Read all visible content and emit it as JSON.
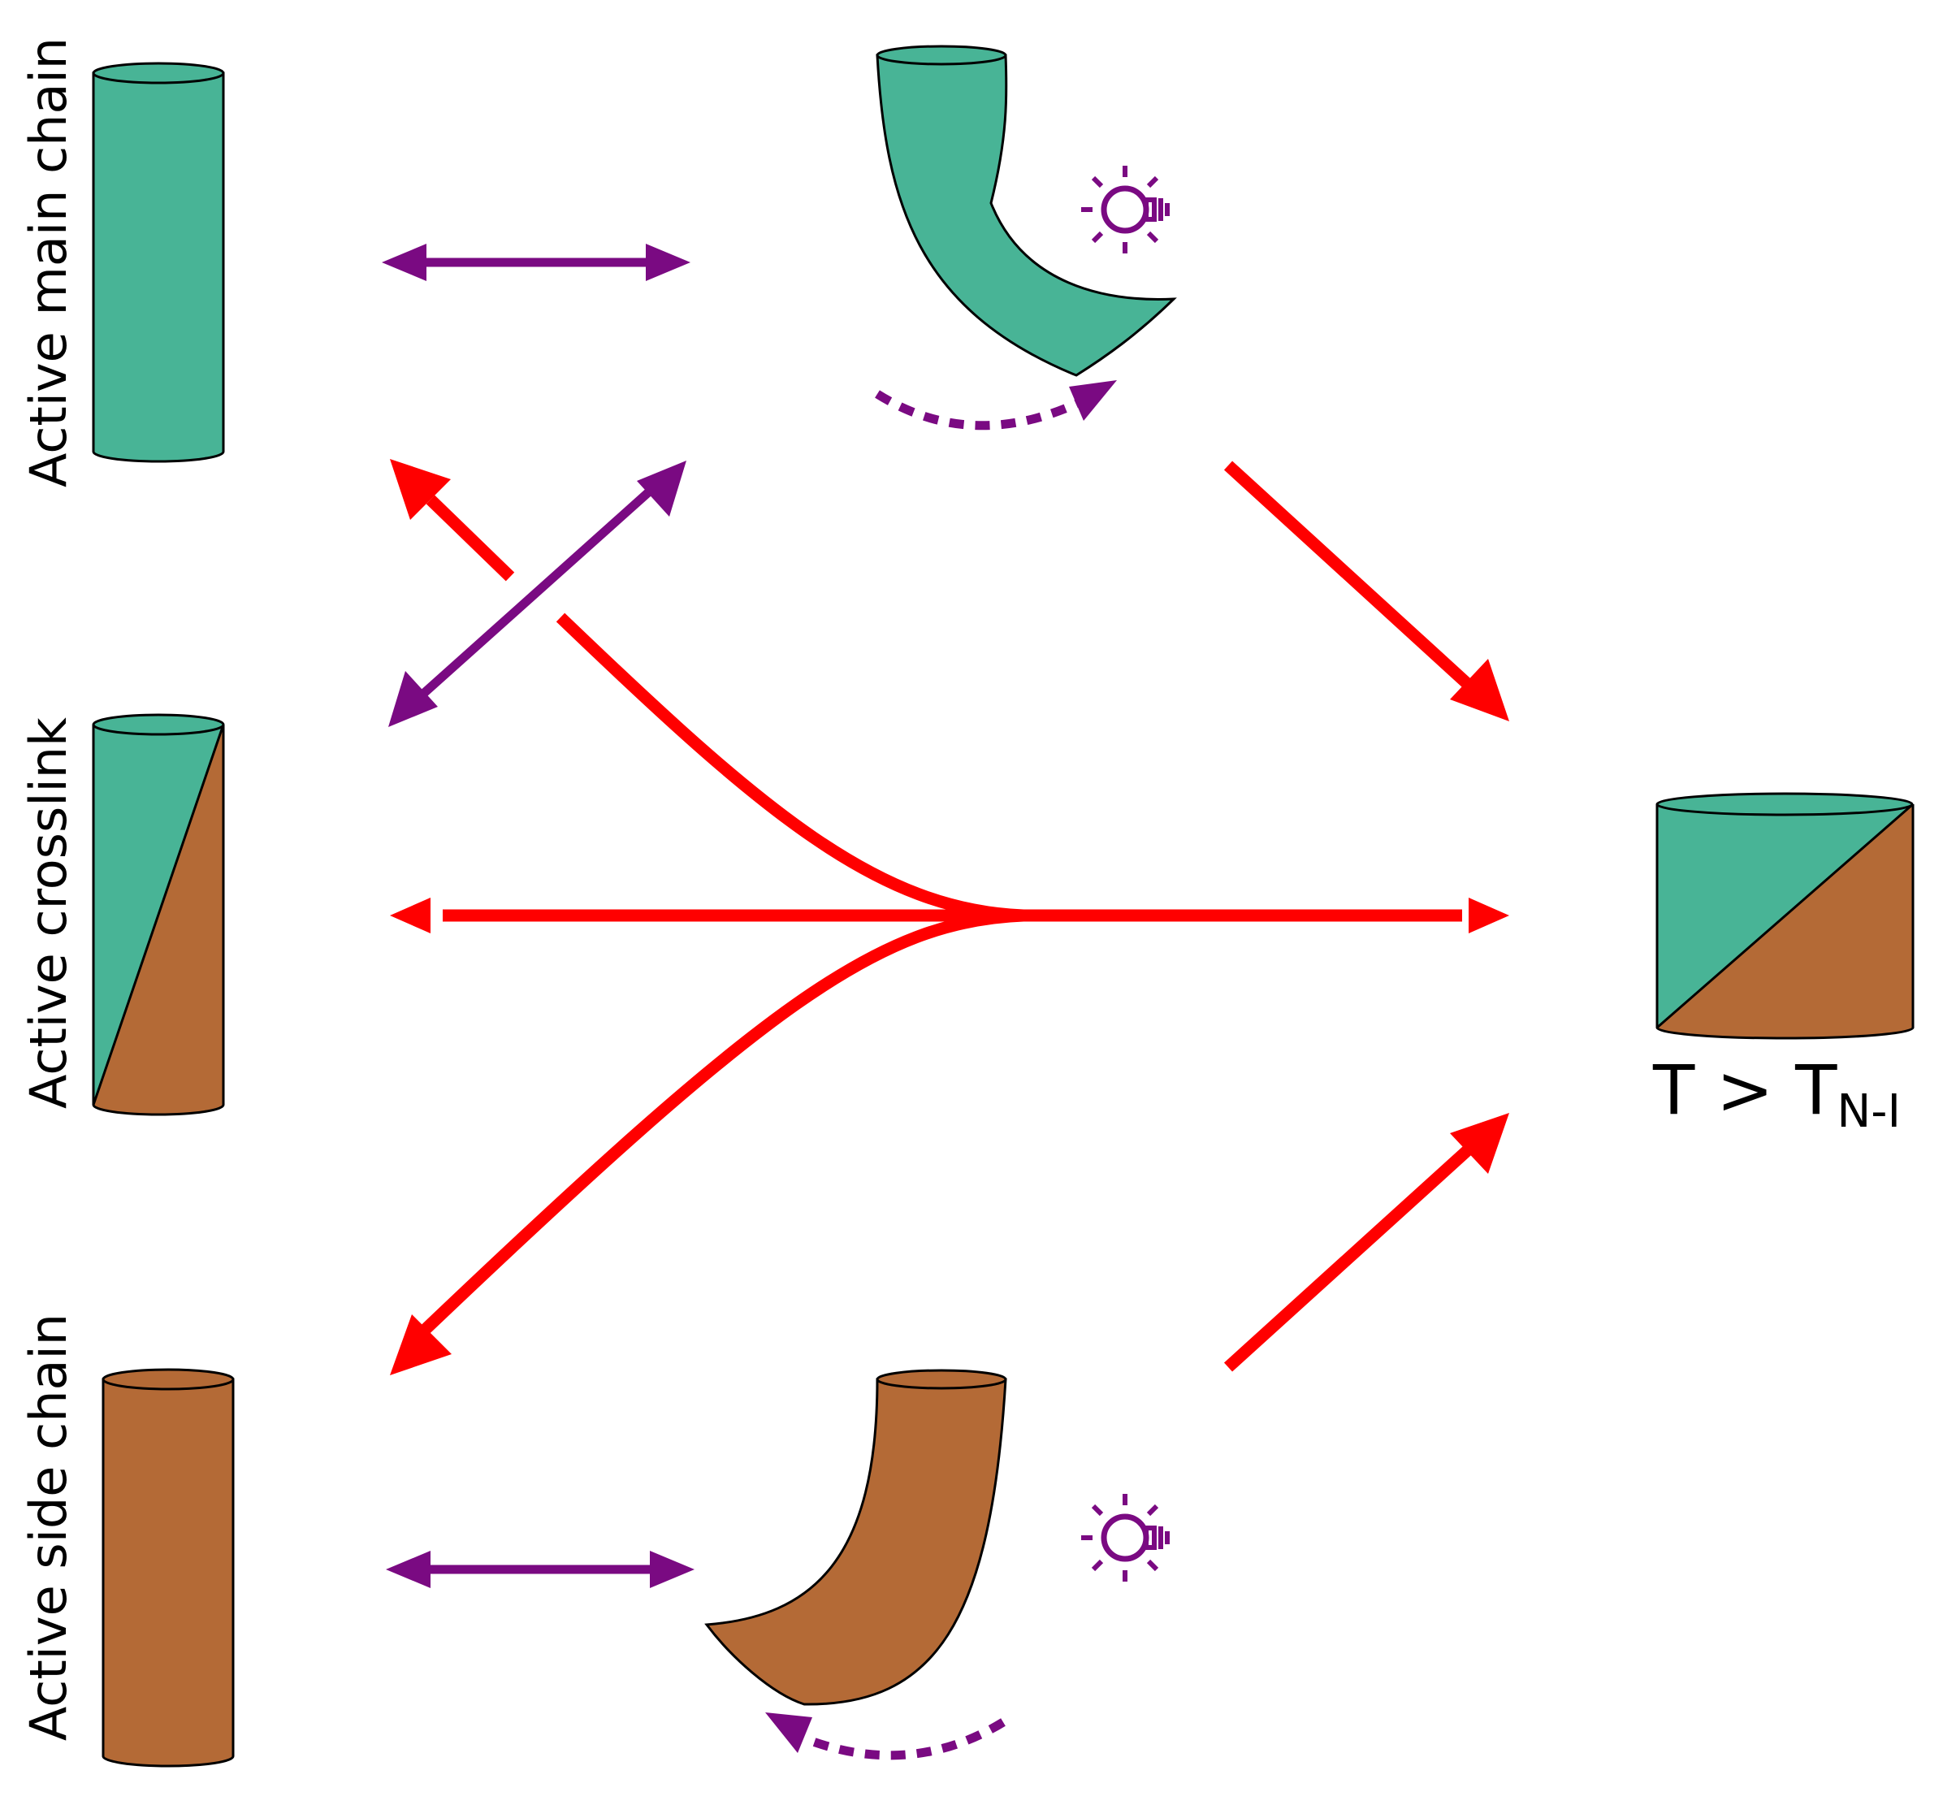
{
  "labels": {
    "main_chain": "Active main chain",
    "crosslink": "Active crosslink",
    "side_chain": "Active side chain"
  },
  "temperature": {
    "main": "T > T",
    "subscript": "N-I"
  },
  "colors": {
    "main_chain": "#48b496",
    "side_chain": "#b46a36",
    "photo_arrow": "#7a0a82",
    "thermal_arrow": "#ff0000",
    "outline": "#000000"
  },
  "icons": [
    "light-bulb-icon",
    "light-bulb-icon"
  ]
}
